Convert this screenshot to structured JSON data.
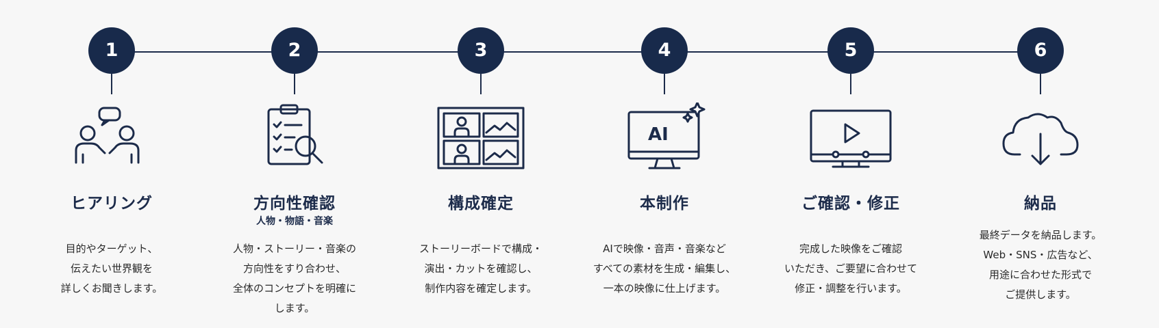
{
  "steps": [
    {
      "number": "1",
      "icon": "hearing-people-icon",
      "title": "ヒアリング",
      "subtitle": "",
      "lines": [
        "目的やターゲット、",
        "伝えたい世界観を",
        "詳しくお聞きします。"
      ]
    },
    {
      "number": "2",
      "icon": "clipboard-search-icon",
      "title": "方向性確認",
      "subtitle": "人物・物語・音楽",
      "lines": [
        "人物・ストーリー・音楽の",
        "方向性をすり合わせ、",
        "全体のコンセプトを明確に",
        "します。"
      ]
    },
    {
      "number": "3",
      "icon": "storyboard-icon",
      "title": "構成確定",
      "subtitle": "",
      "lines": [
        "ストーリーボードで構成・",
        "演出・カットを確認し、",
        "制作内容を確定します。"
      ]
    },
    {
      "number": "4",
      "icon": "ai-monitor-icon",
      "icon_text": "AI",
      "title": "本制作",
      "subtitle": "",
      "lines": [
        "AIで映像・音声・音楽など",
        "すべての素材を生成・編集し、",
        "一本の映像に仕上げます。"
      ]
    },
    {
      "number": "5",
      "icon": "video-player-icon",
      "title": "ご確認・修正",
      "subtitle": "",
      "lines": [
        "完成した映像をご確認",
        "いただき、ご要望に合わせて",
        "修正・調整を行います。"
      ]
    },
    {
      "number": "6",
      "icon": "cloud-download-icon",
      "title": "納品",
      "subtitle": "",
      "lines": [
        "最終データを納品します。",
        "Web・SNS・広告など、",
        "用途に合わせた形式で",
        "ご提供します。"
      ]
    }
  ],
  "colors": {
    "accent": "#182a4b",
    "text": "#2a2a2a",
    "background": "#f7f7f7"
  }
}
